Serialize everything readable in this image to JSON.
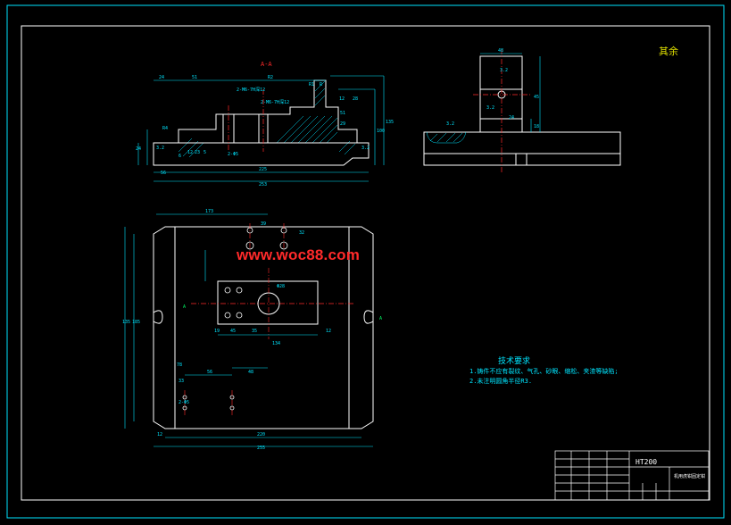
{
  "sheet": {
    "roughness_note": "其余",
    "watermark": "www.woc88.com",
    "section_label": "A-A",
    "material": "HT200",
    "part_name": "机用虎钳固定钳",
    "tech_req_title": "技术要求",
    "tech_req_items": [
      "1.铸件不应有裂纹、气孔、砂眼、缩松、夹渣等缺陷;",
      "2.未注明圆角半径R3."
    ],
    "dims_section": [
      "24",
      "51",
      "R2",
      "2-M6-7H深12",
      "2-M6-7H深12",
      "R1",
      "R",
      "12",
      "51",
      "29",
      "28",
      "100",
      "135",
      "56",
      "24",
      "R4",
      "6",
      "12",
      "23",
      "5",
      "3.2",
      "3.2",
      "2-Φ5",
      "225",
      "253"
    ],
    "dims_side": [
      "48",
      "3.2",
      "3.2",
      "45",
      "24",
      "18",
      "3.2"
    ],
    "dims_plan": [
      "173",
      "39",
      "32",
      "Φ28",
      "A",
      "A",
      "19",
      "45",
      "35",
      "12",
      "134",
      "78",
      "135",
      "185",
      "56",
      "48",
      "33",
      "2-Φ5",
      "12",
      "220",
      "255"
    ],
    "colors": {
      "outline": "#ffffff",
      "dim": "#00e5ff",
      "center": "#ff2a2a",
      "hatch": "#00e5ff",
      "border": "#00e5ff",
      "text_yellow": "#e0e000"
    }
  }
}
